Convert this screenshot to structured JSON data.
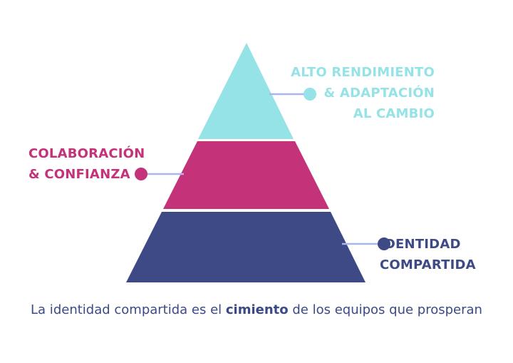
{
  "colors": {
    "top_tier": "#95e3e6",
    "middle_tier": "#c4327a",
    "bottom_tier": "#3d4a85",
    "connector_line": "#a9b4f0",
    "top_label": "#95e3e6",
    "middle_label": "#c4327a",
    "bottom_label": "#3d4a85",
    "caption": "#3b4a85"
  },
  "tiers": {
    "top": {
      "lines": [
        "ALTO RENDIMIENTO",
        "& ADAPTACIÓN",
        "AL CAMBIO"
      ]
    },
    "middle": {
      "lines": [
        "COLABORACIÓN",
        "& CONFIANZA"
      ]
    },
    "bottom": {
      "lines": [
        "IDENTIDAD",
        "COMPARTIDA"
      ]
    }
  },
  "caption": {
    "before": "La identidad compartida es el ",
    "emphasis": "cimiento",
    "after": " de los equipos que prosperan"
  }
}
